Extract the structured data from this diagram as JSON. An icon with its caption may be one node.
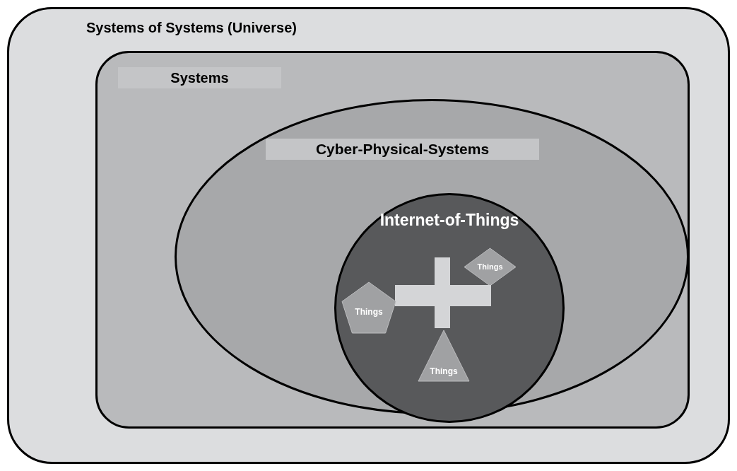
{
  "diagram": {
    "nodes": [
      {
        "text": [
          "Systems of Systems (Universe)"
        ]
      },
      {
        "text": [
          "Systems"
        ],
        "in": 0
      },
      {
        "text": [
          "Cyber-Physical-Systems"
        ],
        "in": 1
      },
      {
        "text": [
          "Internet-of-Things"
        ],
        "in": 2
      },
      {
        "text": [
          "Things"
        ],
        "in": 3
      },
      {
        "text": [],
        "shape": "cross",
        "in": 3
      },
      {
        "text": [
          "Things"
        ],
        "in": 3
      },
      {
        "text": [
          "Things"
        ],
        "in": 3
      }
    ]
  }
}
